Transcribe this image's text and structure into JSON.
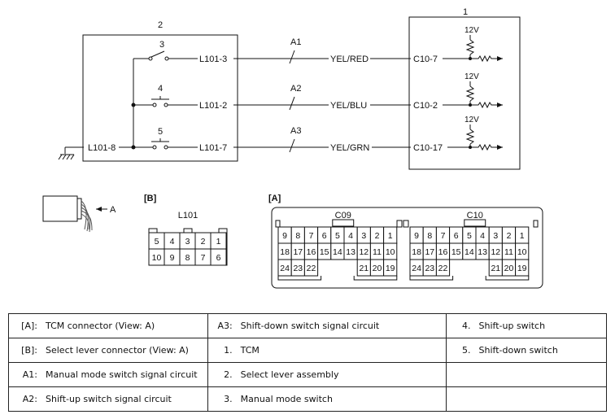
{
  "diagram": {
    "tcm_number": "1",
    "lever_number": "2",
    "components": [
      {
        "number": "3",
        "left_terminal": "",
        "terminal": "L101-3",
        "wire": "A1",
        "color": "YEL/RED",
        "tcm_terminal": "C10-7",
        "voltage": "12V"
      },
      {
        "number": "4",
        "terminal": "L101-2",
        "wire": "A2",
        "color": "YEL/BLU",
        "tcm_terminal": "C10-2",
        "voltage": "12V"
      },
      {
        "number": "5",
        "terminal": "L101-7",
        "wire": "A3",
        "color": "YEL/GRN",
        "tcm_terminal": "C10-17",
        "voltage": "12V"
      }
    ],
    "ground_terminal": "L101-8",
    "view_arrow_label": "A",
    "lever_connector": {
      "tag": "[B]",
      "name": "L101",
      "top_row": [
        "5",
        "4",
        "3",
        "2",
        "1"
      ],
      "bottom_row": [
        "10",
        "9",
        "8",
        "7",
        "6"
      ]
    },
    "tcm_connector": {
      "tag": "[A]",
      "sections": [
        {
          "name": "C09",
          "row1": [
            "9",
            "8",
            "7",
            "6",
            "5",
            "4",
            "3",
            "2",
            "1"
          ],
          "row2": [
            "18",
            "17",
            "16",
            "15",
            "14",
            "13",
            "12",
            "11",
            "10"
          ],
          "row3_left": [
            "24",
            "23",
            "22"
          ],
          "row3_right": [
            "21",
            "20",
            "19"
          ]
        },
        {
          "name": "C10",
          "row1": [
            "9",
            "8",
            "7",
            "6",
            "5",
            "4",
            "3",
            "2",
            "1"
          ],
          "row2": [
            "18",
            "17",
            "16",
            "15",
            "14",
            "13",
            "12",
            "11",
            "10"
          ],
          "row3_left": [
            "24",
            "23",
            "22"
          ],
          "row3_right": [
            "21",
            "20",
            "19"
          ]
        }
      ]
    }
  },
  "legend": [
    [
      {
        "code": "[A]:",
        "text": "TCM connector (View: A)"
      },
      {
        "code": "A3:",
        "text": "Shift-down switch signal circuit"
      },
      {
        "code": "4.",
        "text": "Shift-up switch"
      }
    ],
    [
      {
        "code": "[B]:",
        "text": "Select lever connector (View: A)"
      },
      {
        "code": "1.",
        "text": "TCM"
      },
      {
        "code": "5.",
        "text": "Shift-down switch"
      }
    ],
    [
      {
        "code": "A1:",
        "text": "Manual mode switch signal circuit"
      },
      {
        "code": "2.",
        "text": "Select lever assembly"
      },
      {
        "code": "",
        "text": ""
      }
    ],
    [
      {
        "code": "A2:",
        "text": "Shift-up switch signal circuit"
      },
      {
        "code": "3.",
        "text": "Manual mode switch"
      },
      {
        "code": "",
        "text": ""
      }
    ]
  ]
}
